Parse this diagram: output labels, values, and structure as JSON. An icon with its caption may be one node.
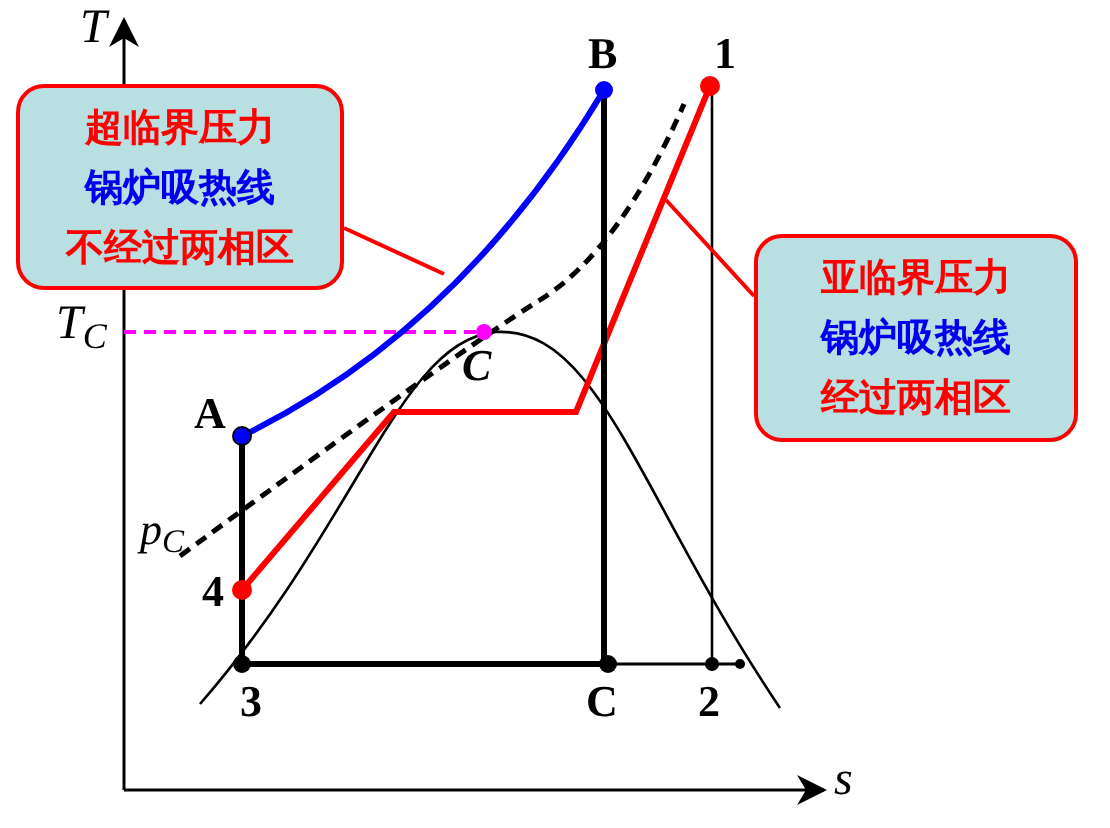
{
  "diagram": {
    "nodes": [
      {
        "text": [
          "超临界压力",
          "锅炉吸热线",
          "不经过两相区"
        ]
      },
      {
        "text": [
          "亚临界压力",
          "锅炉吸热线",
          "经过两相区"
        ]
      }
    ],
    "edges": [
      {
        "from": 0,
        "to": null,
        "arrow": "none"
      },
      {
        "from": 1,
        "to": null,
        "arrow": "none"
      }
    ],
    "labels": [
      "T",
      "B",
      "1",
      "T$_{C}$",
      "C",
      "A",
      "p$_{C}$",
      "4",
      "3",
      "C",
      "2",
      "s"
    ]
  }
}
